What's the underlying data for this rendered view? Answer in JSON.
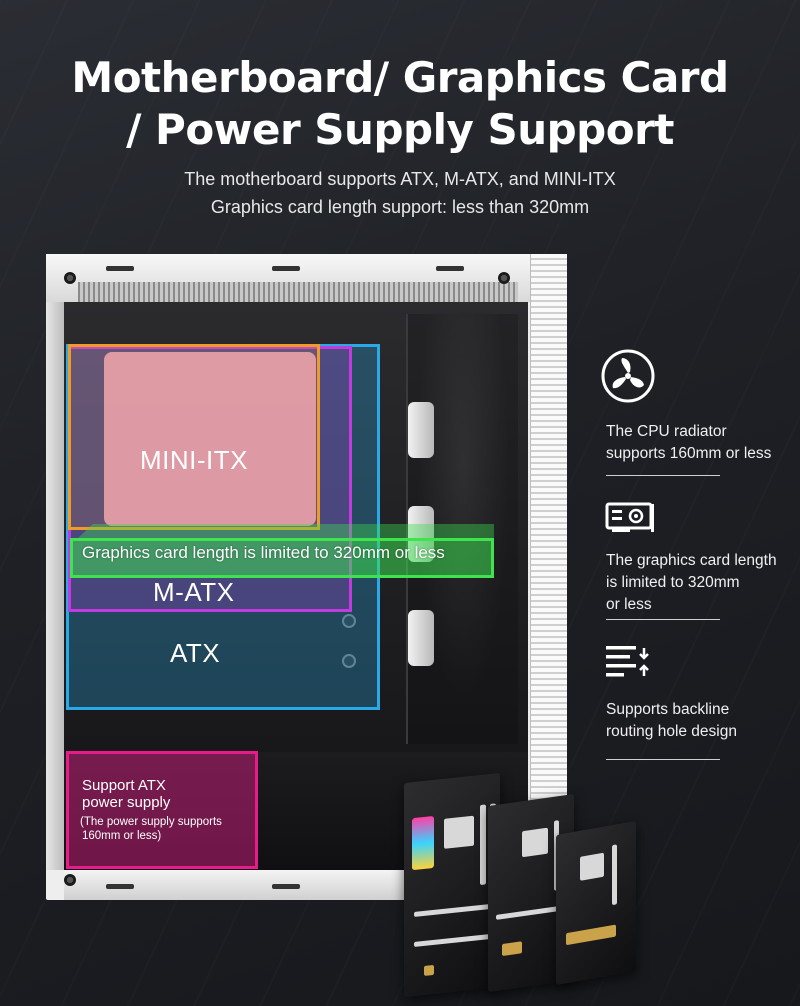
{
  "heading": {
    "line1": "Motherboard/ Graphics Card",
    "line2": "/ Power Supply Support"
  },
  "subheading": {
    "line1": "The motherboard supports ATX, M-ATX, and MINI-ITX",
    "line2": "Graphics card length support: less than 320mm"
  },
  "overlay": {
    "mini_itx": "MINI-ITX",
    "m_atx": "M-ATX",
    "atx": "ATX",
    "gpu": "Graphics card length is limited to 320mm or less",
    "psu_title_1": "Support ATX",
    "psu_title_2": "power supply",
    "psu_note_1": "(The power supply supports",
    "psu_note_2": "160mm or less)"
  },
  "colors": {
    "atx": "#29a9e6",
    "m_atx": "#c13be0",
    "mini_itx": "#f09a28",
    "gpu": "#3ee34e",
    "psu": "#e51c8a"
  },
  "features": [
    {
      "icon": "fan-icon",
      "line1": "The CPU radiator",
      "line2": "supports 160mm or less"
    },
    {
      "icon": "graphics-card-icon",
      "line1": "The graphics card length",
      "line2": "is limited to 320mm",
      "line3": "or less"
    },
    {
      "icon": "cable-routing-icon",
      "line1": "Supports backline",
      "line2": "routing hole design"
    }
  ]
}
